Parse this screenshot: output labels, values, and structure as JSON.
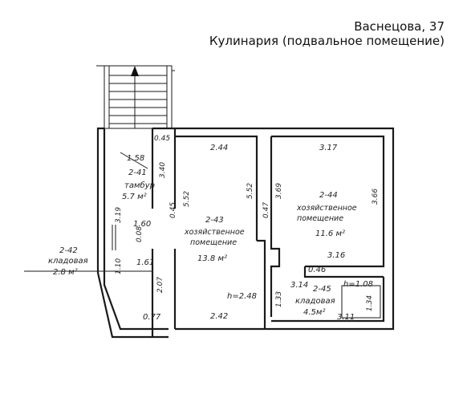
{
  "header": {
    "address": "Васнецова, 37",
    "subtitle": "Кулинария (подвальное помещение)"
  },
  "rooms": {
    "r41": {
      "id": "2-41",
      "name": "тамбур",
      "area": "5.7 м²"
    },
    "r42": {
      "id": "2-42",
      "name": "кладовая",
      "area": "2.8 м²"
    },
    "r43": {
      "id": "2-43",
      "name_l1": "хозяйственное",
      "name_l2": "помещение",
      "area": "13.8 м²"
    },
    "r44": {
      "id": "2-44",
      "name_l1": "хозяйственное",
      "name_l2": "помещение",
      "area": "11.6 м²"
    },
    "r45": {
      "id": "2-45",
      "name": "кладовая",
      "area": "4.5м²"
    }
  },
  "dimensions": {
    "d045_top": "0.45",
    "d158": "1.58",
    "d340": "3.40",
    "d244": "2.44",
    "d317": "3.17",
    "d552_left": "5.52",
    "d045_mid": "0.45",
    "d552_right": "5.52",
    "d047": "0.47",
    "d369": "3.69",
    "d366": "3.66",
    "d319": "3.19",
    "d160": "1.60",
    "d008": "0.08",
    "d161": "1.61",
    "d110": "1.10",
    "d207": "2.07",
    "d046": "0.46",
    "d316": "3.16",
    "d314": "3.14",
    "d133": "1.33",
    "h108": "h=1.08",
    "d134": "1.34",
    "h248": "h=2.48",
    "d077": "0.77",
    "d242": "2.42",
    "d311": "3.11"
  }
}
